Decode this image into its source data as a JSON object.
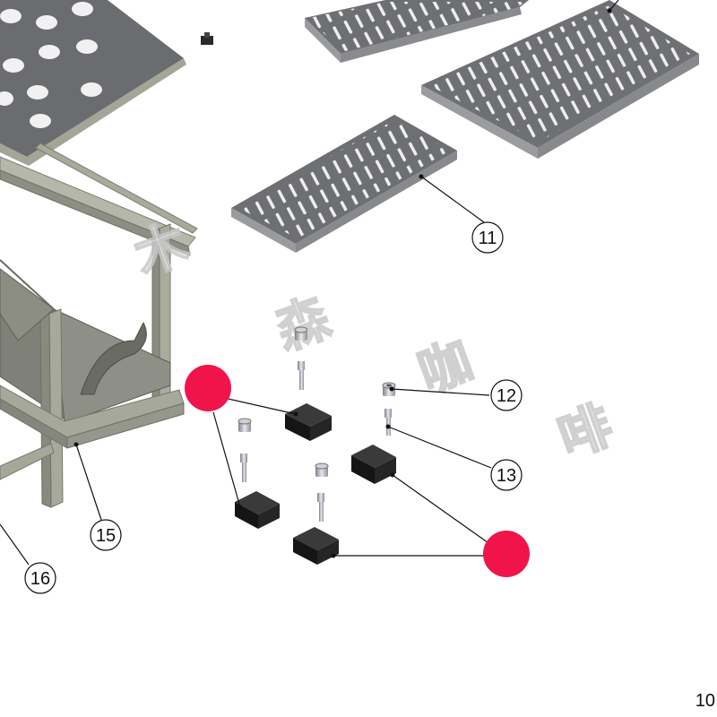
{
  "callouts": [
    "11",
    "12",
    "13",
    "15",
    "16"
  ],
  "page_number": "10",
  "watermark": [
    "木",
    "森",
    "咖",
    "啡"
  ],
  "colors": {
    "frame": "#8a8d86",
    "plate": "#6e6f72",
    "slot": "#e9e9e9",
    "block": "#1e1e1e",
    "marker": "#f0144a"
  }
}
